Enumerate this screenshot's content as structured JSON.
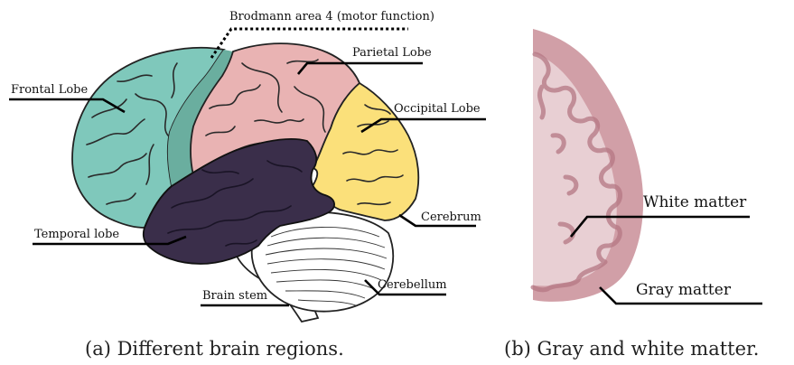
{
  "panel_a": {
    "labels": {
      "brodmann": "Brodmann area 4 (motor function)",
      "frontal": "Frontal Lobe",
      "parietal": "Parietal Lobe",
      "occipital": "Occipital Lobe",
      "temporal": "Temporal lobe",
      "cerebrum": "Cerebrum",
      "brain_stem": "Brain stem",
      "cerebellum": "Cerebellum"
    },
    "caption": "(a) Different brain regions.",
    "colors": {
      "frontal": "#7fc8bb",
      "brodmann": "#6aae9f",
      "parietal": "#e9b3b3",
      "occipital": "#fbe07a",
      "temporal": "#3a2e4a",
      "cerebellum": "#ffffff",
      "stem": "#ffffff"
    }
  },
  "panel_b": {
    "labels": {
      "white_matter": "White matter",
      "gray_matter": "Gray matter"
    },
    "caption": "(b) Gray and white matter.",
    "colors": {
      "white_matter": "#e8cfd3",
      "gray_matter": "#c98e98"
    }
  }
}
